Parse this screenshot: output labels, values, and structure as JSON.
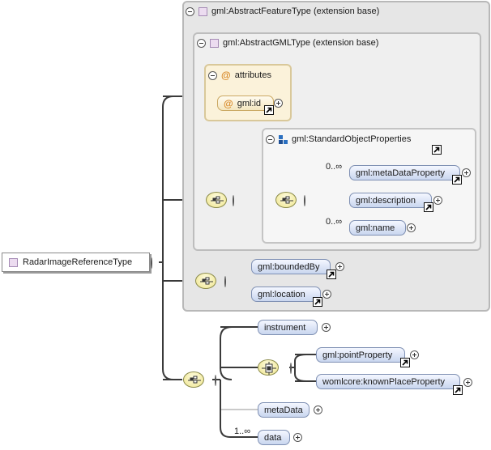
{
  "root": {
    "label": "RadarImageReferenceType"
  },
  "extension_outer": {
    "label": "gml:AbstractFeatureType (extension base)"
  },
  "extension_inner": {
    "label": "gml:AbstractGMLType (extension base)"
  },
  "attributes": {
    "label": "attributes",
    "items": [
      {
        "label": "gml:id"
      }
    ]
  },
  "group": {
    "label": "gml:StandardObjectProperties",
    "elements": [
      {
        "label": "gml:metaDataProperty",
        "occurrence": "0..∞"
      },
      {
        "label": "gml:description",
        "occurrence": ""
      },
      {
        "label": "gml:name",
        "occurrence": "0..∞"
      }
    ]
  },
  "feature_sequence": [
    {
      "label": "gml:boundedBy"
    },
    {
      "label": "gml:location"
    }
  ],
  "main_sequence": {
    "instrument": {
      "label": "instrument"
    },
    "choice": [
      {
        "label": "gml:pointProperty"
      },
      {
        "label": "womlcore:knownPlaceProperty"
      }
    ],
    "metaData": {
      "label": "metaData"
    },
    "data": {
      "label": "data",
      "occurrence": "1..∞"
    }
  }
}
